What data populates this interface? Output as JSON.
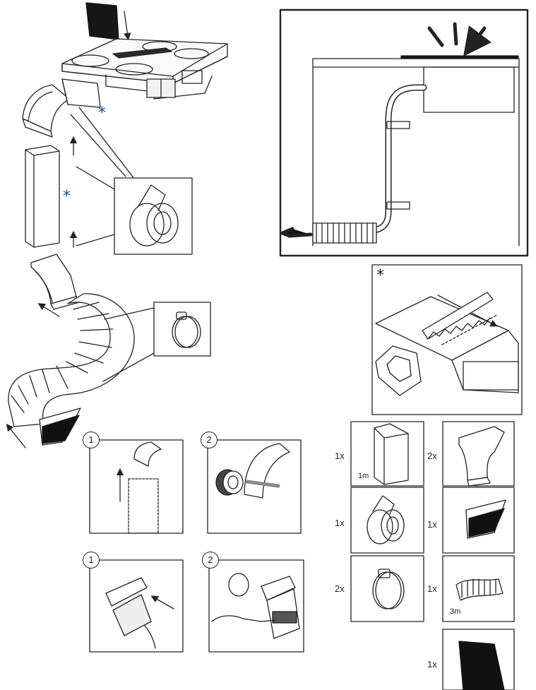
{
  "accent_color": "#1f4e79",
  "markers": {
    "star": "*"
  },
  "steps": {
    "tape_install": [
      "1",
      "2"
    ],
    "clamp_install": [
      "1",
      "2"
    ]
  },
  "parts": [
    {
      "qty": "1x",
      "icon": "straight-duct-icon",
      "unit": "1m"
    },
    {
      "qty": "2x",
      "icon": "duct-bend-icon",
      "unit": ""
    },
    {
      "qty": "1x",
      "icon": "duct-tape-roll-icon",
      "unit": ""
    },
    {
      "qty": "1x",
      "icon": "outlet-grille-icon",
      "unit": ""
    },
    {
      "qty": "2x",
      "icon": "hose-clamp-icon",
      "unit": ""
    },
    {
      "qty": "1x",
      "icon": "flexible-hose-icon",
      "unit": "3m"
    },
    {
      "qty": "1x",
      "icon": "filter-pad-icon",
      "unit": ""
    }
  ]
}
